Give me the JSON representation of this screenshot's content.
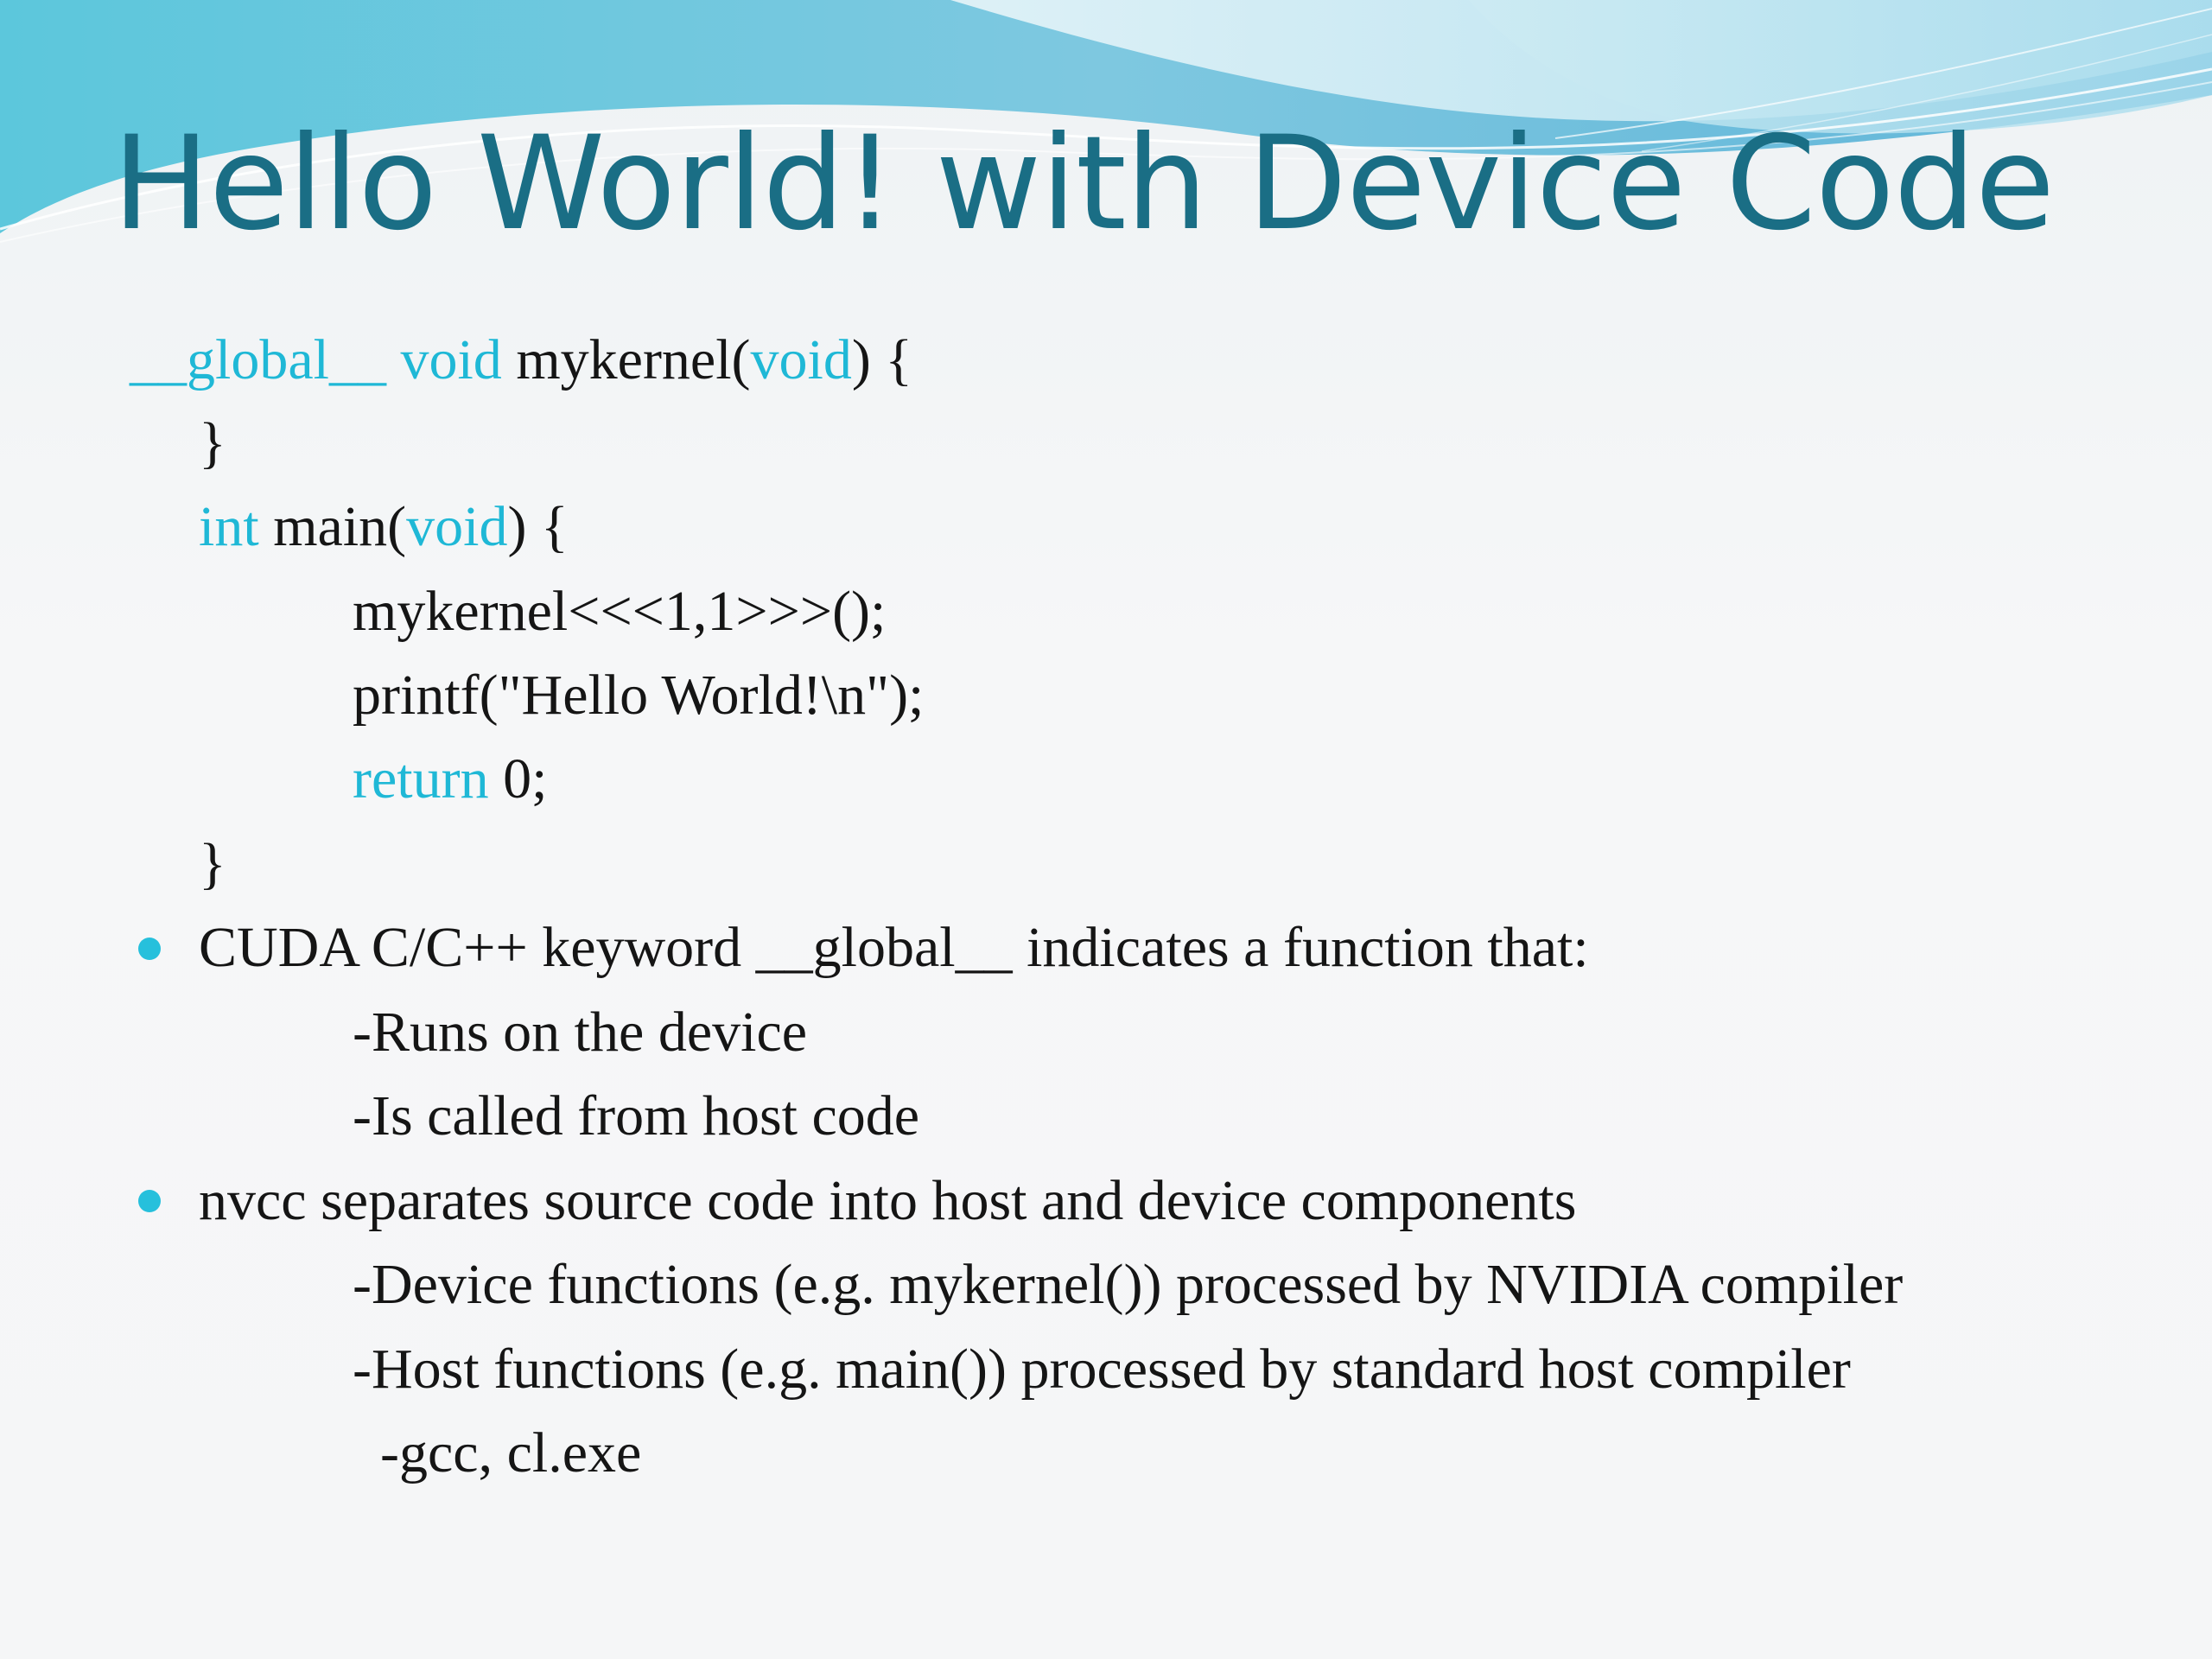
{
  "slide": {
    "title": "Hello World! with Device Code"
  },
  "code": {
    "line1": {
      "kw1": "__global__",
      "kw2": "void",
      "text1": "mykernel(",
      "kw3": "void",
      "text2": ") {"
    },
    "line2": "}",
    "line3": {
      "kw1": "int",
      "text1": "main(",
      "kw2": "void",
      "text2": ") {"
    },
    "line4": "mykernel<<<1,1>>>();",
    "line5": "printf(\"Hello World!\\n\");",
    "line6": {
      "kw1": "return",
      "text1": "0;"
    },
    "line7": "}"
  },
  "bullets": [
    {
      "text": "CUDA C/C++ keyword __global__ indicates a function that:",
      "subs": [
        "-Runs on the device",
        "-Is called from host code"
      ]
    },
    {
      "text": "nvcc separates source code into host and device components",
      "subs": [
        "-Device functions (e.g. mykernel()) processed by NVIDIA compiler",
        "-Host functions (e.g. main()) processed by standard host compiler",
        "-gcc, cl.exe"
      ]
    }
  ],
  "colors": {
    "title": "#1a6e85",
    "keyword": "#1fb8d6",
    "bullet": "#26c0dc",
    "text": "#151515"
  }
}
